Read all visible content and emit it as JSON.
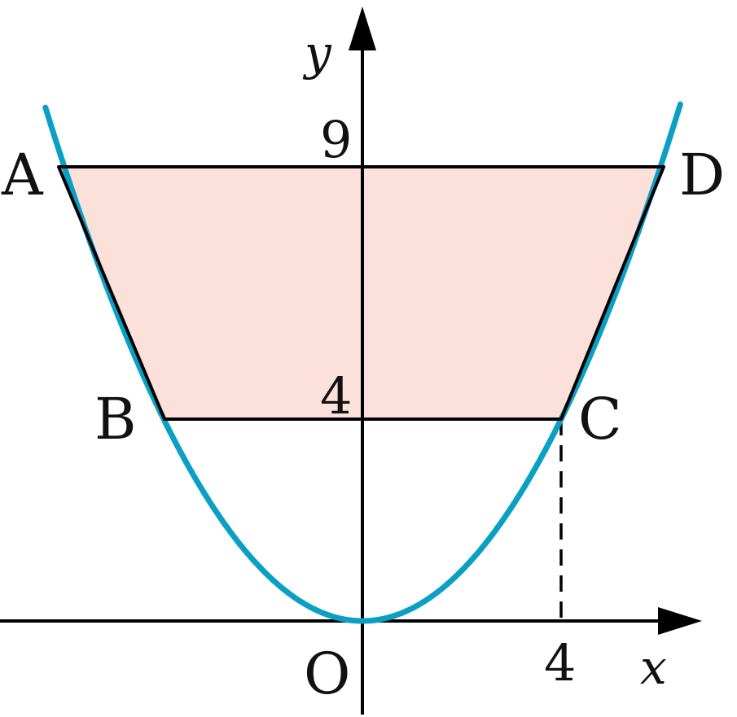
{
  "axes": {
    "x_label": "x",
    "y_label": "y",
    "origin_label": "O"
  },
  "tick_labels": {
    "y_9": "9",
    "y_4": "4",
    "x_4": "4"
  },
  "points": {
    "A": "A",
    "B": "B",
    "C": "C",
    "D": "D"
  },
  "colors": {
    "curve": "#0aa0c4",
    "trapezoid_fill": "#fce0da",
    "line": "#000000"
  }
}
